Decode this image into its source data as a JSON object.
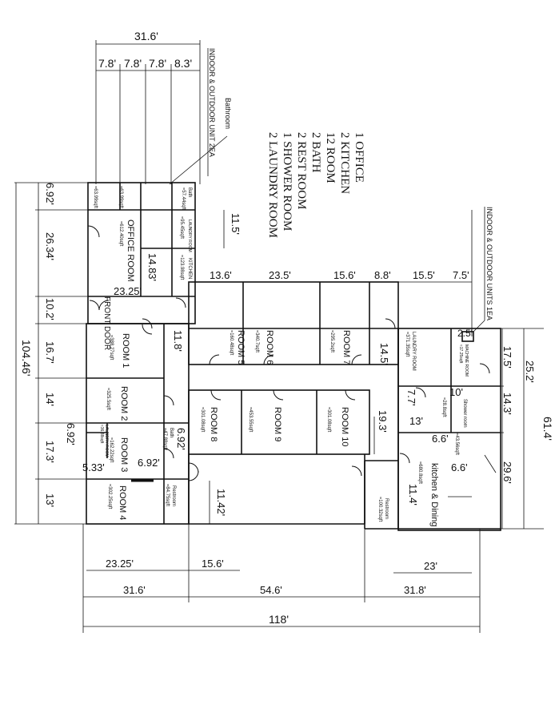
{
  "legend": [
    "1 OFFICE",
    "2 KITCHEN",
    "12 ROOM",
    "2 BATH",
    "2 REST ROOM",
    "1 SHOWER ROOM",
    "2 LAUNDRY ROOM"
  ],
  "notes": {
    "hvac_left": "INDOOR & OUTDOOR UNIT 2EA",
    "bathroom_callout": "Bathroom",
    "hvac_right": "INDOOR & OUTDOOR UNITS 1EA"
  },
  "rooms": {
    "office": {
      "name": "OFFICE ROOM",
      "area": "≈612.40sqft"
    },
    "kitchen_small": {
      "name": "KITCHEN",
      "area": "≈123.98sqft"
    },
    "laundry_left": {
      "name": "LAUNDRY ROOM",
      "area": "≈95.45sqft"
    },
    "bath_top": {
      "name": "Bath",
      "area": "≈57.44sqft"
    },
    "room_a": {
      "area": "≈63.99sqft"
    },
    "room_b": {
      "area": "≈63.99sqft"
    },
    "front_door": "FRONT DOOR",
    "room1": {
      "name": "ROOM 1",
      "area": "≈388.27sqft"
    },
    "room2": {
      "name": "ROOM 2",
      "area": "≈325.5sqft"
    },
    "room3": {
      "name": "ROOM 3",
      "area": "≈162.22sqft"
    },
    "room4": {
      "name": "ROOM 4",
      "area": "≈302.25sqft"
    },
    "room5": {
      "name": "ROOM 5",
      "area": "≈160.48sqft"
    },
    "room6": {
      "name": "ROOM 6",
      "area": "≈340.7sqft"
    },
    "room7": {
      "name": "ROOM 7",
      "area": "≈295.2sqft"
    },
    "room8": {
      "name": "ROOM 8",
      "area": "≈301.08sqft"
    },
    "room9": {
      "name": "ROOM 9",
      "area": "≈453.55sqft"
    },
    "room10": {
      "name": "ROOM 10",
      "area": "≈301.08sqft"
    },
    "laundry_right": {
      "name": "LAUNDRY ROOM",
      "area": "≈371.35sqft"
    },
    "machine_room": {
      "name": "MACHINE ROOM",
      "area": "≈17.25sqft"
    },
    "shower_room": {
      "name": "Shower room",
      "area": "≈43.56sqft"
    },
    "kitchen_dining": {
      "name": "kitchen & Dining",
      "area": "≈680.8sqft"
    },
    "restroom_right": {
      "name": "Restroom",
      "area": "≈100.32sqft"
    },
    "bath_mid": {
      "name": "Bath",
      "area": "≈47.88sqft"
    },
    "laundry_mid": {
      "name": "LAUNDRY ROOM",
      "area": "≈36.88sqft"
    },
    "restroom_left": {
      "name": "Restroom",
      "area": "≈84.75sqft"
    },
    "room_c": {
      "area": "≈28.8sqft"
    }
  },
  "dimensions": {
    "top_total": "31.6'",
    "top_segments": [
      "7.8'",
      "7.8'",
      "7.8'",
      "8.3'"
    ],
    "mid_top": [
      "13.6'",
      "23.5'",
      "15.6'",
      "8.8'",
      "15.5'",
      "7.5'"
    ],
    "left_side": [
      "6.92'",
      "26.34'",
      "10.2'",
      "16.7'",
      "14'",
      "17.3'",
      "13'"
    ],
    "left_total": "104.46'",
    "inner": {
      "d11_5": "11.5'",
      "d14_83": "14.83'",
      "d23_25_top": "23.25'",
      "d11_8": "11.8'",
      "d14_5": "14.5'",
      "d2_5": "2.5'",
      "d17_5": "17.5'",
      "d25_2": "25.2'",
      "d10": "10'",
      "d7_7": "7.7'",
      "d14_3": "14.3'",
      "d13": "13'",
      "d19_3": "19.3'",
      "d6_6a": "6.6'",
      "d6_6b": "6.6'",
      "d29_6": "29.6'",
      "d61_4": "61.4'",
      "d11_4": "11.4'",
      "d6_92a": "6.92'",
      "d6_92b": "6.92'",
      "d6_92c": "6.92'",
      "d5_33": "5.33'",
      "d11_42": "11.42'"
    },
    "bottom": {
      "d23_25": "23.25'",
      "d15_6": "15.6'",
      "d23": "23'",
      "seg1": "31.6'",
      "seg2": "54.6'",
      "seg3": "31.8'",
      "total": "118'"
    }
  }
}
